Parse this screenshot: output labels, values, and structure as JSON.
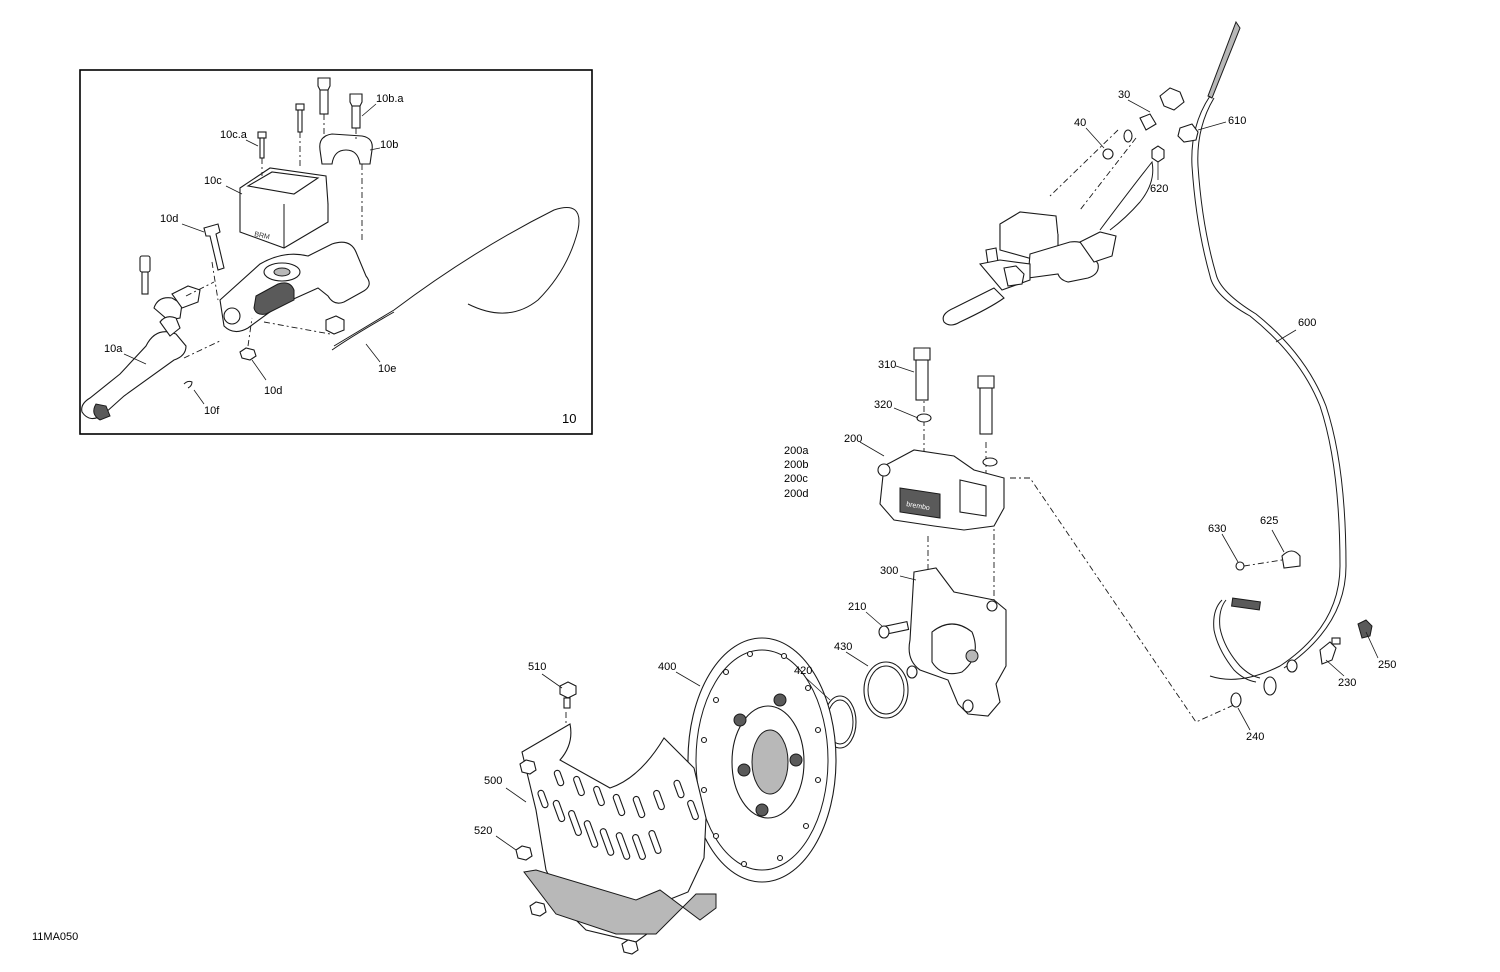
{
  "drawing_code": "11MA050",
  "inset": {
    "number": "10"
  },
  "inset_labels": {
    "l10ba": "10b.a",
    "l10ca": "10c.a",
    "l10b": "10b",
    "l10c": "10c",
    "l10d_top": "10d",
    "l10a": "10a",
    "l10d_bottom": "10d",
    "l10f": "10f",
    "l10e": "10e"
  },
  "labels": {
    "l30": "30",
    "l40": "40",
    "l610": "610",
    "l620": "620",
    "l600": "600",
    "l310": "310",
    "l320": "320",
    "l200": "200",
    "l200a": "200a",
    "l200b": "200b",
    "l200c": "200c",
    "l200d": "200d",
    "l300": "300",
    "l210": "210",
    "l430": "430",
    "l420": "420",
    "l400": "400",
    "l510": "510",
    "l500": "500",
    "l520": "520",
    "l630": "630",
    "l625": "625",
    "l230": "230",
    "l250": "250",
    "l240": "240"
  }
}
